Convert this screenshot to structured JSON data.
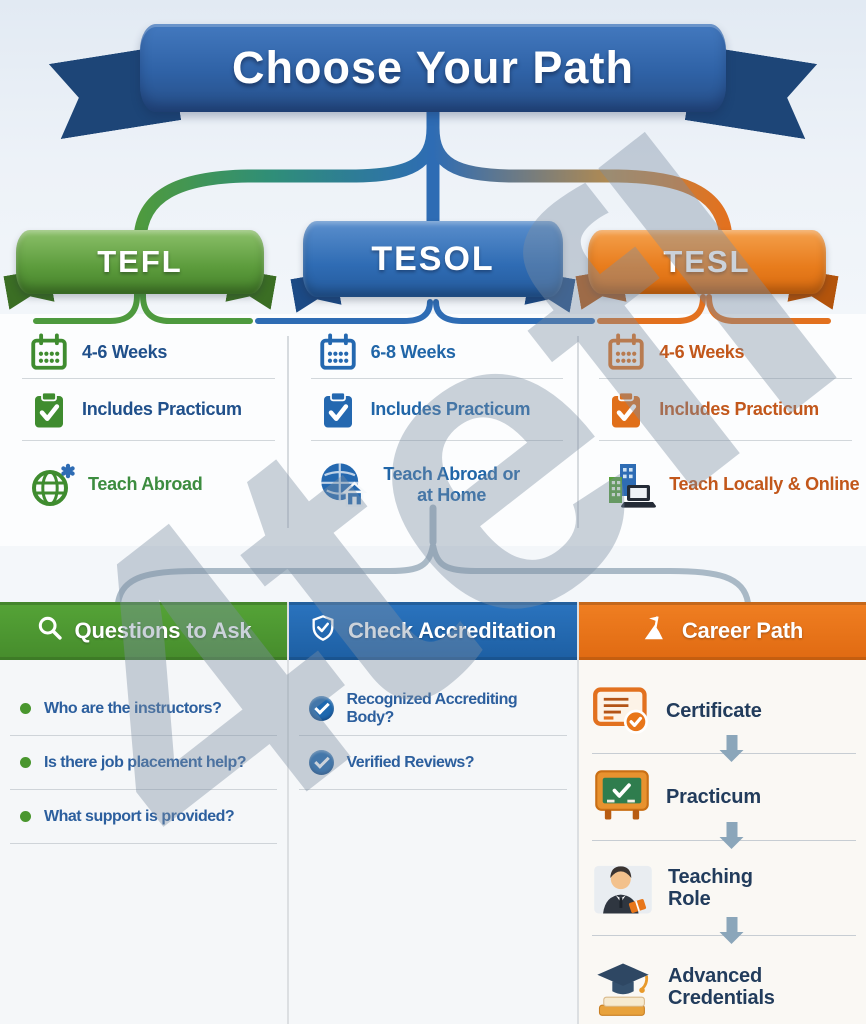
{
  "title": "Choose Your Path",
  "watermark": "4tefl",
  "paths": [
    {
      "label": "TEFL",
      "color": "#4e8a33",
      "features": [
        {
          "icon": "calendar-icon",
          "label": "4-6 Weeks"
        },
        {
          "icon": "clipboard-check-icon",
          "label": "Includes Practicum"
        },
        {
          "icon": "globe-icon",
          "label": "Teach Abroad"
        }
      ]
    },
    {
      "label": "TESOL",
      "color": "#2a6db5",
      "features": [
        {
          "icon": "calendar-icon",
          "label": "6-8 Weeks"
        },
        {
          "icon": "clipboard-check-icon",
          "label": "Includes Practicum"
        },
        {
          "icon": "globe-home-icon",
          "label": "Teach Abroad or at Home"
        }
      ]
    },
    {
      "label": "TESL",
      "color": "#e2711f",
      "features": [
        {
          "icon": "calendar-icon",
          "label": "4-6 Weeks"
        },
        {
          "icon": "clipboard-check-icon",
          "label": "Includes Practicum"
        },
        {
          "icon": "buildings-laptop-icon",
          "label": "Teach Locally & Online"
        }
      ]
    }
  ],
  "sections": {
    "questions": {
      "title": "Questions to Ask",
      "icon": "magnifier-icon",
      "items": [
        "Who are the instructors?",
        "Is there job placement help?",
        "What support is provided?"
      ]
    },
    "accreditation": {
      "title": "Check Accreditation",
      "icon": "shield-check-icon",
      "items": [
        "Recognized Accrediting Body?",
        "Verified Reviews?"
      ]
    },
    "career": {
      "title": "Career Path",
      "icon": "flag-mountain-icon",
      "steps": [
        {
          "icon": "certificate-icon",
          "label": "Certificate"
        },
        {
          "icon": "chalkboard-icon",
          "label": "Practicum"
        },
        {
          "icon": "teacher-icon",
          "label": "Teaching Role"
        },
        {
          "icon": "graduation-cap-icon",
          "label": "Advanced Credentials"
        }
      ]
    }
  },
  "colors": {
    "tefl_green": "#4e8a33",
    "tesol_blue": "#2a6db5",
    "tesl_orange": "#e2711f",
    "header_green": "#4a9133",
    "header_blue": "#1e68af",
    "header_orange": "#e8731c",
    "question_text_blue": "#2c5f9e",
    "career_text_navy": "#223c5c",
    "brace_gray": "#a9b9c6"
  }
}
